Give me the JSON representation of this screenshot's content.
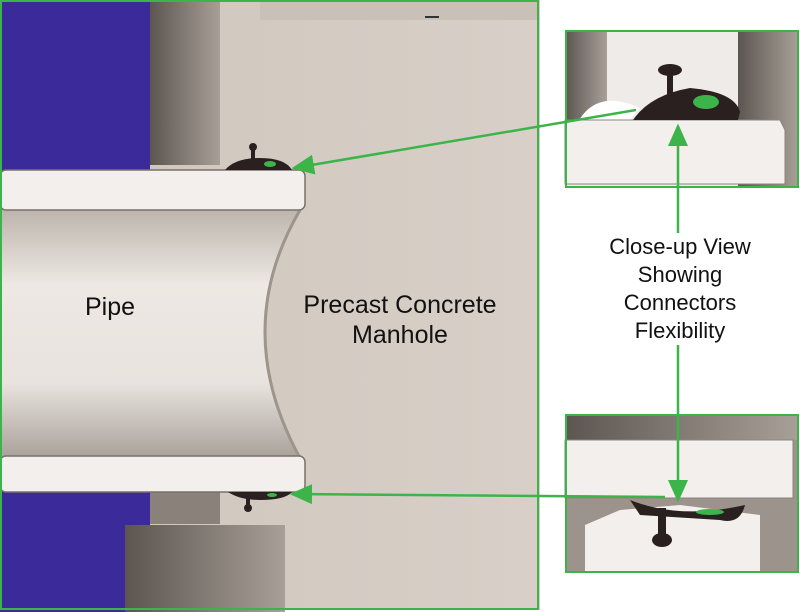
{
  "labels": {
    "pipe": "Pipe",
    "manhole_line1": "Precast Concrete",
    "manhole_line2": "Manhole",
    "closeup_line1": "Close-up View",
    "closeup_line2": "Showing",
    "closeup_line3": "Connectors",
    "closeup_line4": "Flexibility"
  },
  "colors": {
    "arrow": "#3cb44a",
    "blue": "#3a2a9a",
    "connector": "#2a2020"
  }
}
